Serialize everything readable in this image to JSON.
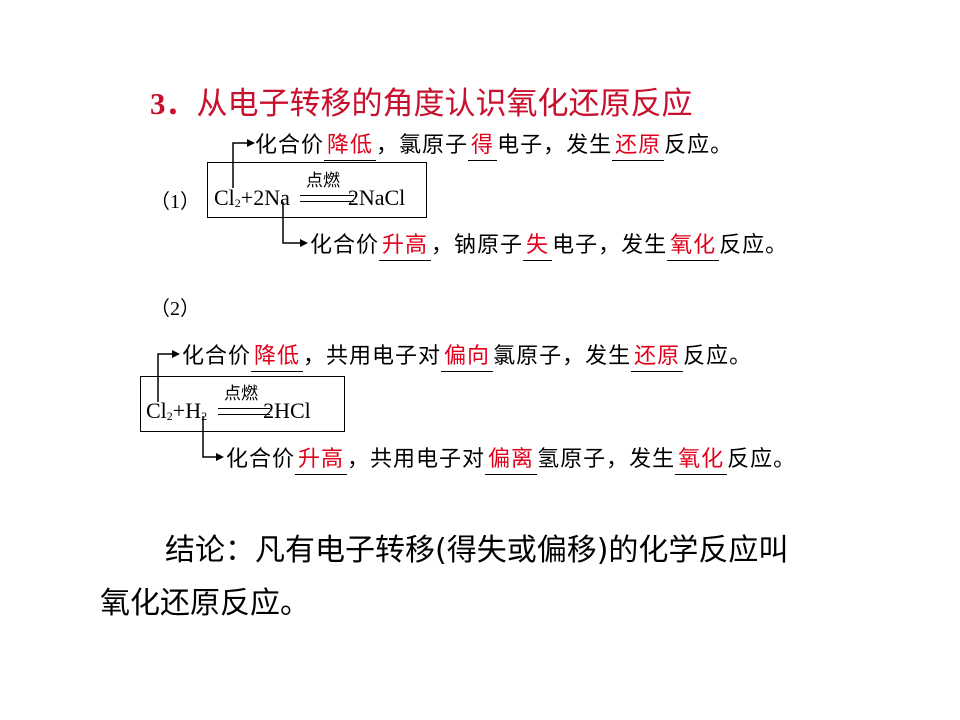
{
  "title": {
    "num": "3．",
    "text": "从电子转移的角度认识氧化还原反应"
  },
  "part1": {
    "label": "（1）",
    "equation": {
      "left": "Cl",
      "left_sub": "2",
      "mid": "+2Na",
      "condition": "点燃",
      "right": "2NaCl"
    },
    "upper": {
      "t1": "化合价",
      "b1": "降低",
      "t2": "，氯原子",
      "b2": "得",
      "t3": "电子，发生",
      "b3": "还原",
      "t4": "反应。"
    },
    "lower": {
      "t1": "化合价",
      "b1": "升高",
      "t2": "，钠原子",
      "b2": "失",
      "t3": "电子，发生",
      "b3": "氧化",
      "t4": "反应。"
    }
  },
  "part2": {
    "label": "（2）",
    "equation": {
      "left": "Cl",
      "left_sub": "2",
      "plus": "+H",
      "plus_sub": "2",
      "condition": "点燃",
      "right": "2HCl"
    },
    "upper": {
      "t1": "化合价",
      "b1": "降低",
      "t2": "，共用电子对",
      "b2": "偏向",
      "t3": "氯原子，发生",
      "b3": "还原",
      "t4": "反应。"
    },
    "lower": {
      "t1": "化合价",
      "b1": "升高",
      "t2": "，共用电子对",
      "b2": "偏离",
      "t3": "氢原子，发生",
      "b3": "氧化",
      "t4": "反应。"
    }
  },
  "conclusion": {
    "line1": "结论：凡有电子转移(得失或偏移)的化学反应叫",
    "line2": "氧化还原反应。"
  }
}
